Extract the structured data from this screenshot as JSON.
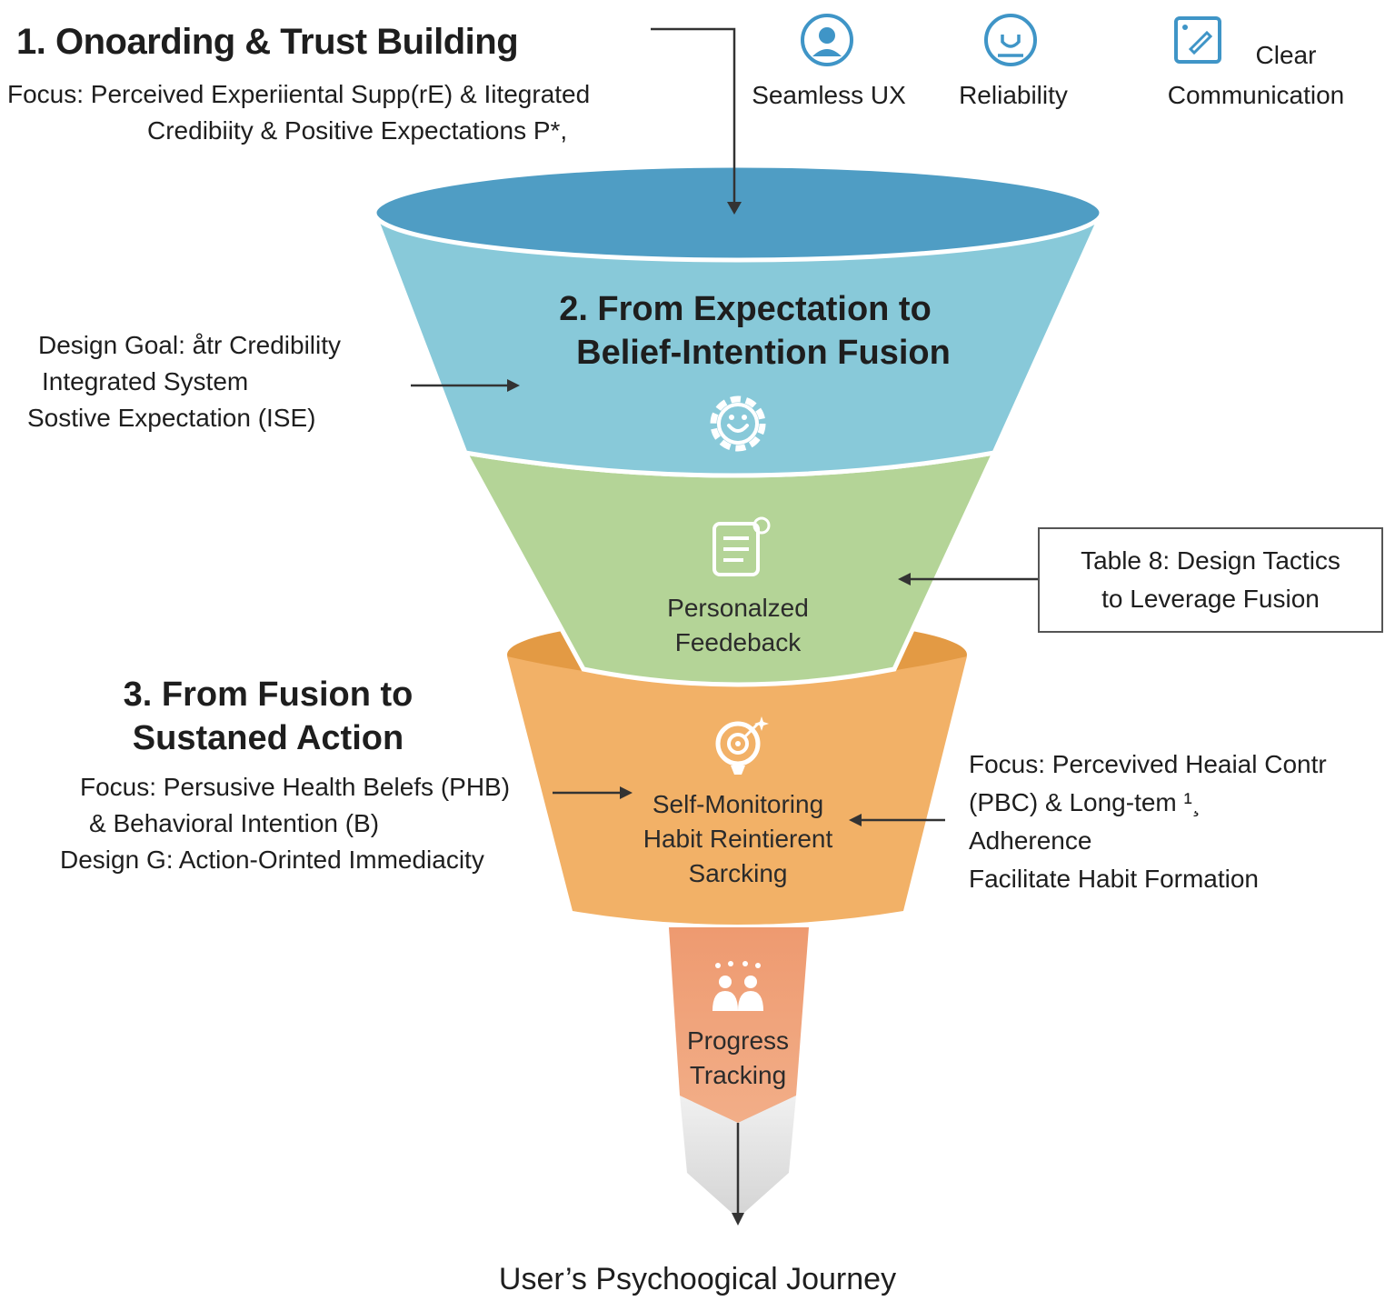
{
  "stage1": {
    "title": "1. Onoarding & Trust Building",
    "focus_line1": "Focus: Perceived Experiiental Supp(rE) & Iitegrated",
    "focus_line2": "Credibiity & Positive Expectations    P*,"
  },
  "top_icons": [
    {
      "label": "Seamless UX",
      "icon": "user-badge-icon"
    },
    {
      "label": "Reliability",
      "icon": "smile-badge-icon"
    },
    {
      "label_line1": "Clear",
      "label_line2": "Communication",
      "icon": "edit-square-icon"
    }
  ],
  "design_goal": {
    "line1": "Design Goal:  åtr Credibility",
    "line2": "Integrated System",
    "line3": "Sostive Expectation (ISE)"
  },
  "stage2": {
    "title_line1": "2. From Expectation to",
    "title_line2": "Belief-Intention Fusion",
    "icon": "smile-gear-icon"
  },
  "green_section": {
    "label_line1": "Personalzed",
    "label_line2": "Feedeback",
    "icon": "document-list-icon"
  },
  "table_box": {
    "line1": "Table 8: Design Tactics",
    "line2": "to Leverage Fusion"
  },
  "stage3": {
    "title_line1": "3. From Fusion to",
    "title_line2": "Sustaned Action",
    "focus_line1": "Focus: Persusive Health Belefs (PHB)",
    "focus_line2": "& Behavioral Intention (B)",
    "focus_line3": "Design G: Action-Orinted Immediacity"
  },
  "orange_section": {
    "label_line1": "Self-Monitoring",
    "label_line2": "Habit Reintierent",
    "label_line3": "Sarcking",
    "icon": "target-icon"
  },
  "right_focus": {
    "line1": "Focus: Percevived Heaial Contr",
    "line2": "(PBC) & Long-tem ¹¸",
    "line3": "Adherence",
    "line4": "Facilitate Habit Formation"
  },
  "tip_section": {
    "label_line1": "Progress",
    "label_line2": "Tracking",
    "icon": "group-people-icon"
  },
  "journey_label": "User’s Psychoogical Journey",
  "colors": {
    "blue_rim": "#4d9cc3",
    "blue_body": "#86c8d8",
    "green_body": "#b3d396",
    "orange_rim": "#e59a3f",
    "orange_body": "#f1b064",
    "salmon_body": "#ef9f76",
    "icon_blue": "#3f95c7",
    "arrow": "#333333"
  }
}
